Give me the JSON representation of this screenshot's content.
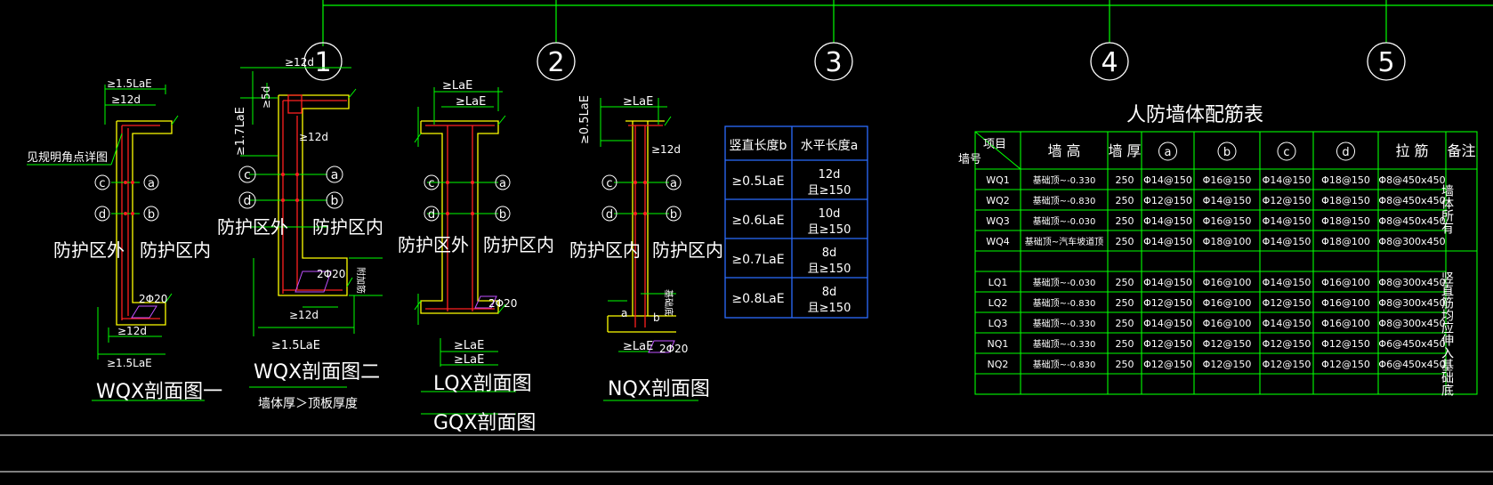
{
  "colors": {
    "background": "#000000",
    "green": "#00ff00",
    "white": "#ffffff",
    "yellow": "#ffff00",
    "red": "#ff2020",
    "blue": "#2b6cff",
    "magenta": "#c050ff"
  },
  "axes": [
    "1",
    "2",
    "3",
    "4",
    "5"
  ],
  "labels": {
    "see_corner": "见规明角点详图",
    "outside": "防护区外",
    "inside": "防护区内",
    "c": "c",
    "a": "a",
    "d": "d",
    "b": "b",
    "bar_2phi20": "2Φ20",
    "wall_extra": "附加筋",
    "base_note": "基础底"
  },
  "dims": {
    "laE15": "≥1.5LaE",
    "d12": "≥12d",
    "laE17": "≥1.7LaE",
    "d5": "≥5d",
    "laE": "≥LaE",
    "laE05": "≥0.5LaE"
  },
  "sections": {
    "wqx1": "WQX剖面图一",
    "wqx2": "WQX剖面图二",
    "wqx2_note": "墙体厚＞顶板厚度",
    "lqx": "LQX剖面图",
    "gqx": "GQX剖面图",
    "nqx": "NQX剖面图"
  },
  "anchor_table": {
    "headers": [
      "竖直长度b",
      "水平长度a"
    ],
    "rows": [
      [
        "≥0.5LaE",
        "12d",
        "且≥150"
      ],
      [
        "≥0.6LaE",
        "10d",
        "且≥150"
      ],
      [
        "≥0.7LaE",
        "8d",
        "且≥150"
      ],
      [
        "≥0.8LaE",
        "8d",
        "且≥150"
      ]
    ]
  },
  "rebar_table": {
    "title": "人防墙体配筋表",
    "corner_top": "项目",
    "corner_bottom": "墙号",
    "headers": [
      "墙 高",
      "墙 厚",
      "a",
      "b",
      "c",
      "d",
      "拉 筋",
      "备注"
    ],
    "remarks": [
      "墙体所有",
      "竖直筋均应伸入基础底"
    ],
    "rows": [
      [
        "WQ1",
        "基础顶~-0.330",
        "250",
        "Φ14@150",
        "Φ16@150",
        "Φ14@150",
        "Φ18@150",
        "Φ8@450x450"
      ],
      [
        "WQ2",
        "基础顶~-0.830",
        "250",
        "Φ12@150",
        "Φ14@150",
        "Φ12@150",
        "Φ18@150",
        "Φ8@450x450"
      ],
      [
        "WQ3",
        "基础顶~-0.030",
        "250",
        "Φ14@150",
        "Φ16@150",
        "Φ14@150",
        "Φ18@150",
        "Φ8@450x450"
      ],
      [
        "WQ4",
        "基础顶~汽车坡道顶",
        "250",
        "Φ14@150",
        "Φ18@100",
        "Φ14@150",
        "Φ18@100",
        "Φ8@300x450"
      ],
      [
        "",
        "",
        "",
        "",
        "",
        "",
        "",
        ""
      ],
      [
        "LQ1",
        "基础顶~-0.030",
        "250",
        "Φ14@150",
        "Φ16@100",
        "Φ14@150",
        "Φ16@100",
        "Φ8@300x450"
      ],
      [
        "LQ2",
        "基础顶~-0.830",
        "250",
        "Φ12@150",
        "Φ16@100",
        "Φ12@150",
        "Φ16@100",
        "Φ8@300x450"
      ],
      [
        "LQ3",
        "基础顶~-0.330",
        "250",
        "Φ14@150",
        "Φ16@100",
        "Φ14@150",
        "Φ16@100",
        "Φ8@300x450"
      ],
      [
        "NQ1",
        "基础顶~-0.330",
        "250",
        "Φ12@150",
        "Φ12@150",
        "Φ12@150",
        "Φ12@150",
        "Φ6@450x450"
      ],
      [
        "NQ2",
        "基础顶~-0.830",
        "250",
        "Φ12@150",
        "Φ12@150",
        "Φ12@150",
        "Φ12@150",
        "Φ6@450x450"
      ],
      [
        "",
        "",
        "",
        "",
        "",
        "",
        "",
        ""
      ]
    ]
  }
}
